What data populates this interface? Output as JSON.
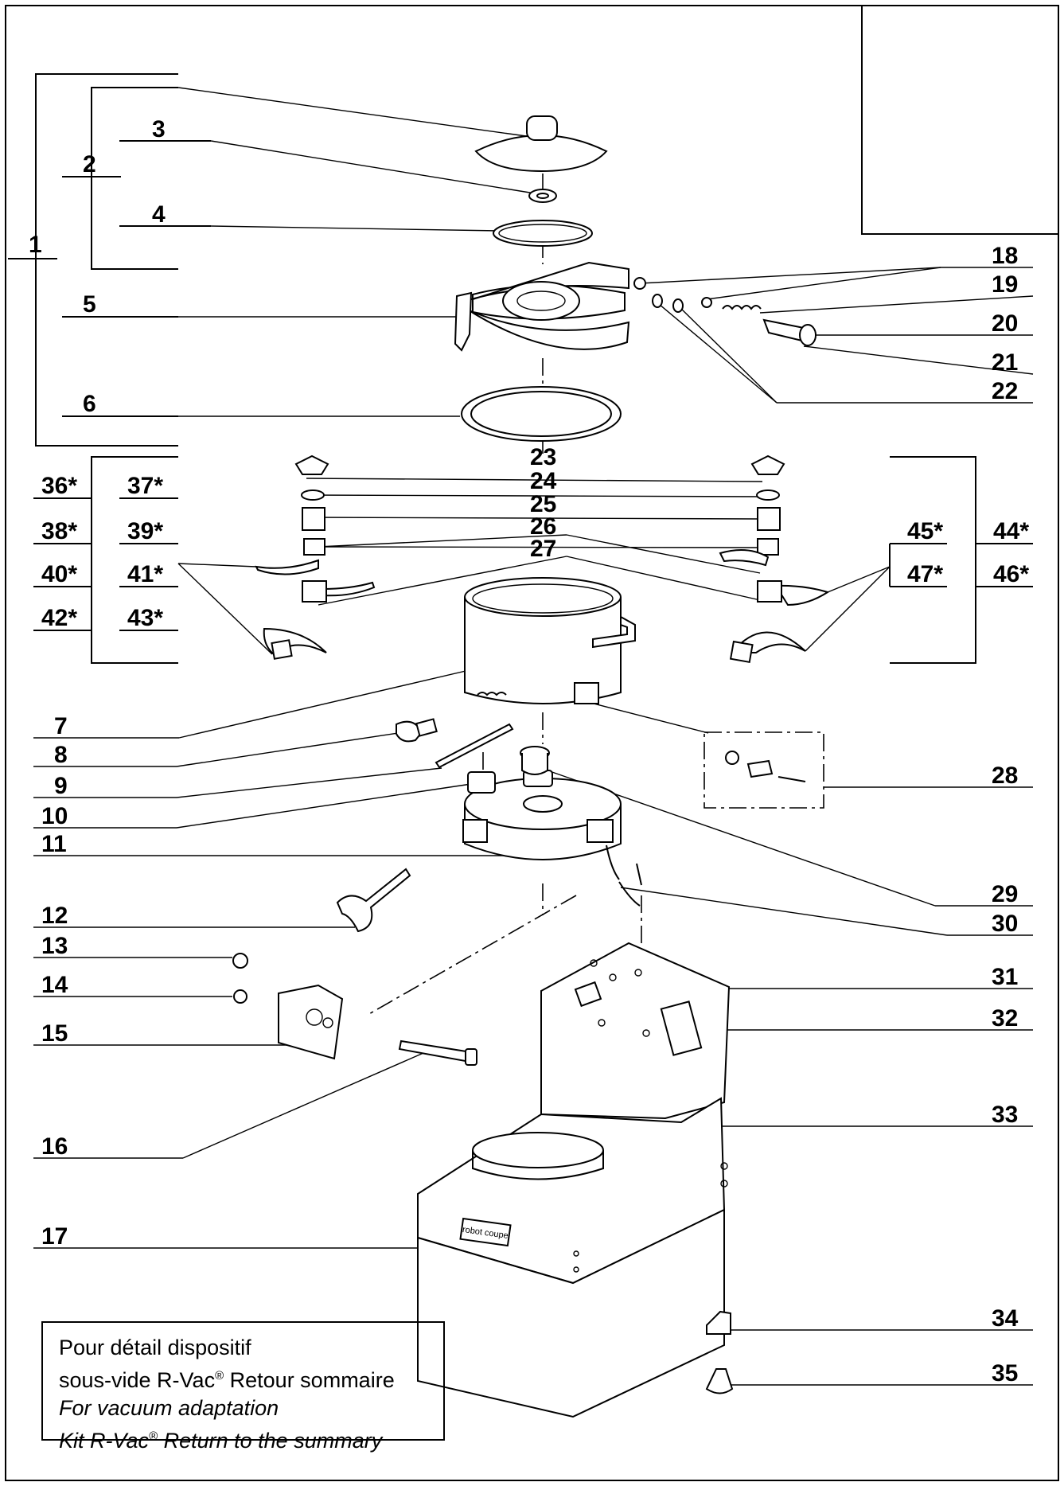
{
  "labels": {
    "l1": "1",
    "l2": "2",
    "l3": "3",
    "l4": "4",
    "l5": "5",
    "l6": "6",
    "l7": "7",
    "l8": "8",
    "l9": "9",
    "l10": "10",
    "l11": "11",
    "l12": "12",
    "l13": "13",
    "l14": "14",
    "l15": "15",
    "l16": "16",
    "l17": "17",
    "l18": "18",
    "l19": "19",
    "l20": "20",
    "l21": "21",
    "l22": "22",
    "l23": "23",
    "l24": "24",
    "l25": "25",
    "l26": "26",
    "l27": "27",
    "l28": "28",
    "l29": "29",
    "l30": "30",
    "l31": "31",
    "l32": "32",
    "l33": "33",
    "l34": "34",
    "l35": "35",
    "l36": "36*",
    "l37": "37*",
    "l38": "38*",
    "l39": "39*",
    "l40": "40*",
    "l41": "41*",
    "l42": "42*",
    "l43": "43*",
    "l44": "44*",
    "l45": "45*",
    "l46": "46*",
    "l47": "47*"
  },
  "note": {
    "line1": "Pour détail dispositif",
    "line2": "sous-vide R-Vac",
    "line2_sup": "®",
    "line2_rest": " Retour sommaire",
    "line3": "For vacuum adaptation",
    "line4": "Kit R-Vac",
    "line4_sup": "®",
    "line4_rest": " Return to the summary"
  },
  "brand_plate": "robot coupe"
}
